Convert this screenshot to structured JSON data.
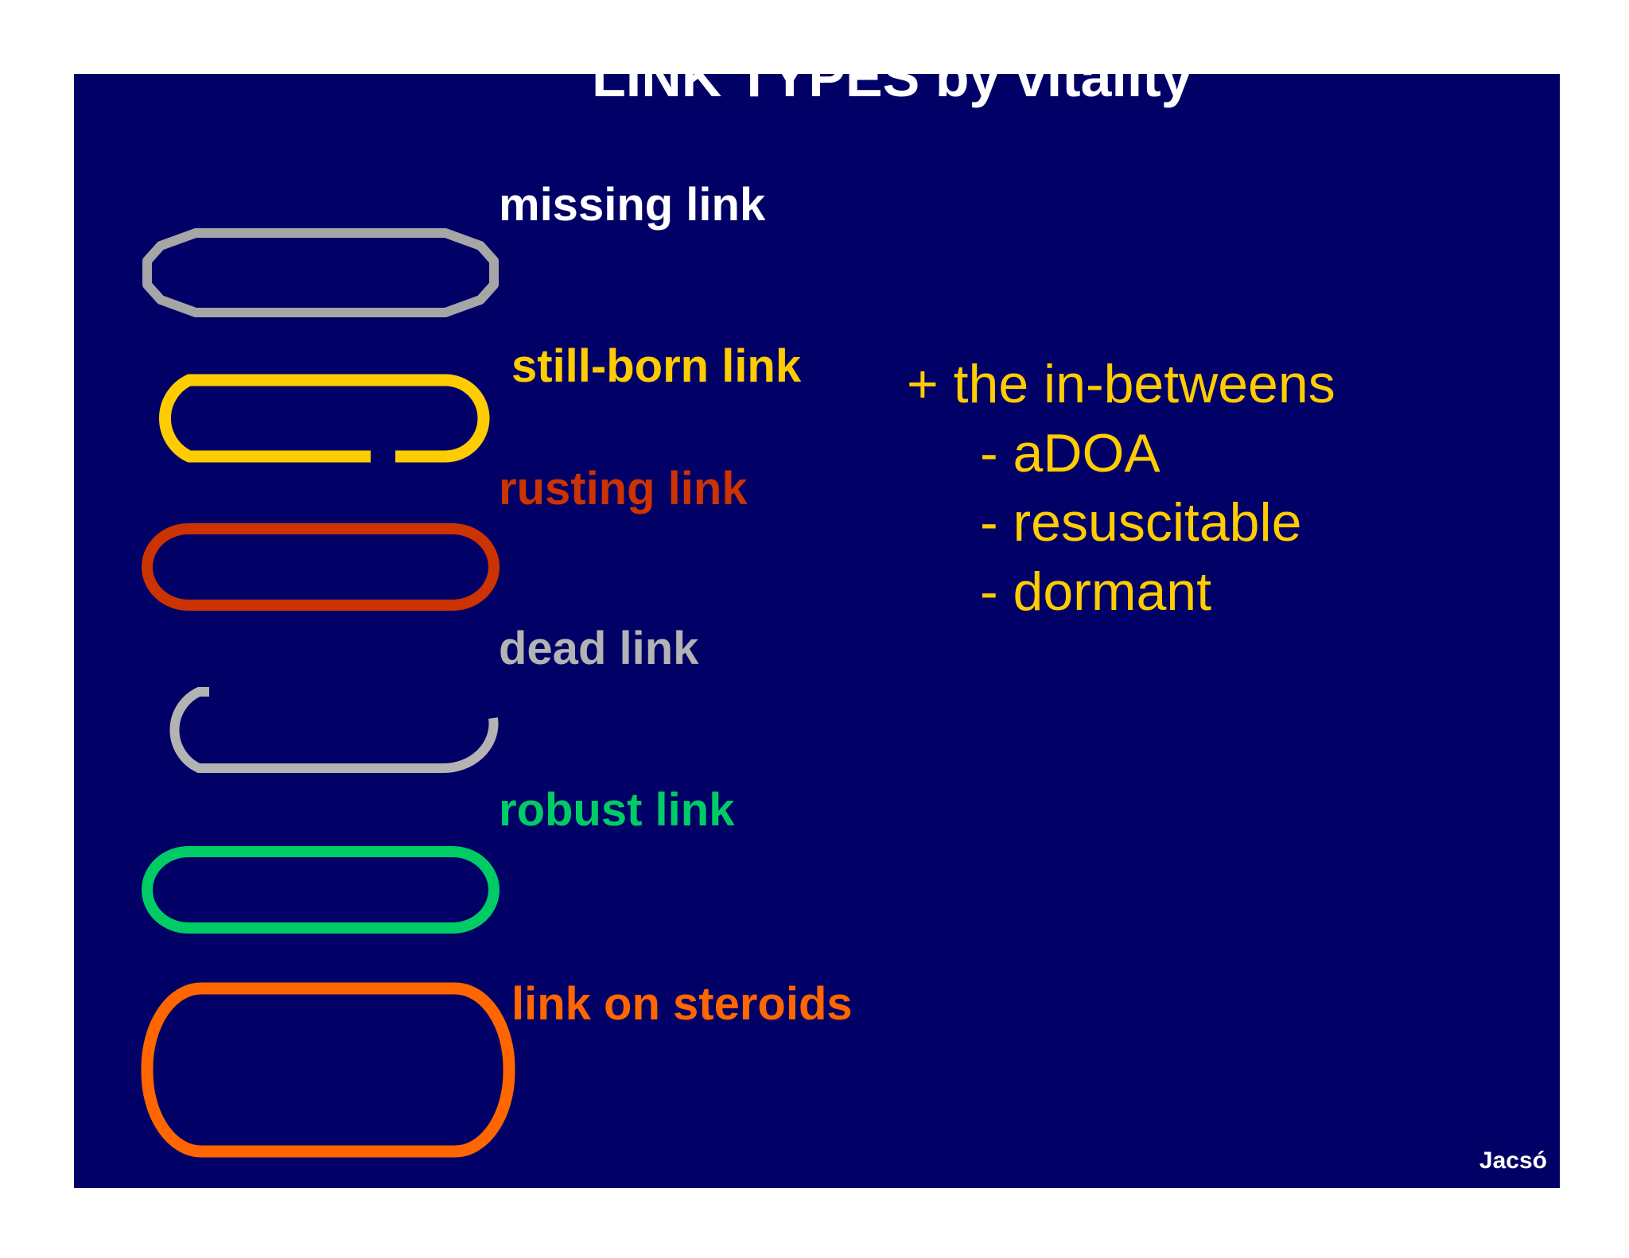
{
  "title": "LINK TYPES by vitality",
  "colors": {
    "background": "#000066",
    "title": "#ffffff",
    "credit": "#ffffff",
    "in_betweens": "#ffcc00"
  },
  "links": [
    {
      "label": "missing link",
      "color_text": "#ffffff",
      "color_shape": "#a6a6a6",
      "shape": "closed-octagonal-loop"
    },
    {
      "label": "still-born link",
      "color_text": "#ffcc00",
      "color_shape": "#ffcc00",
      "shape": "loop-with-gap"
    },
    {
      "label": "rusting link",
      "color_text": "#cc3300",
      "color_shape": "#cc3300",
      "shape": "closed-loop"
    },
    {
      "label": "dead link",
      "color_text": "#b3b3b3",
      "color_shape": "#b3b3b3",
      "shape": "broken-open-loop"
    },
    {
      "label": "robust link",
      "color_text": "#00cc66",
      "color_shape": "#00cc66",
      "shape": "closed-loop"
    },
    {
      "label": "link on steroids",
      "color_text": "#ff6600",
      "color_shape": "#ff6600",
      "shape": "large-closed-loop"
    }
  ],
  "in_betweens": {
    "heading": "+ the in-betweens",
    "items": [
      "- aDOA",
      "- resuscitable",
      "- dormant"
    ]
  },
  "credit": "Jacsó"
}
